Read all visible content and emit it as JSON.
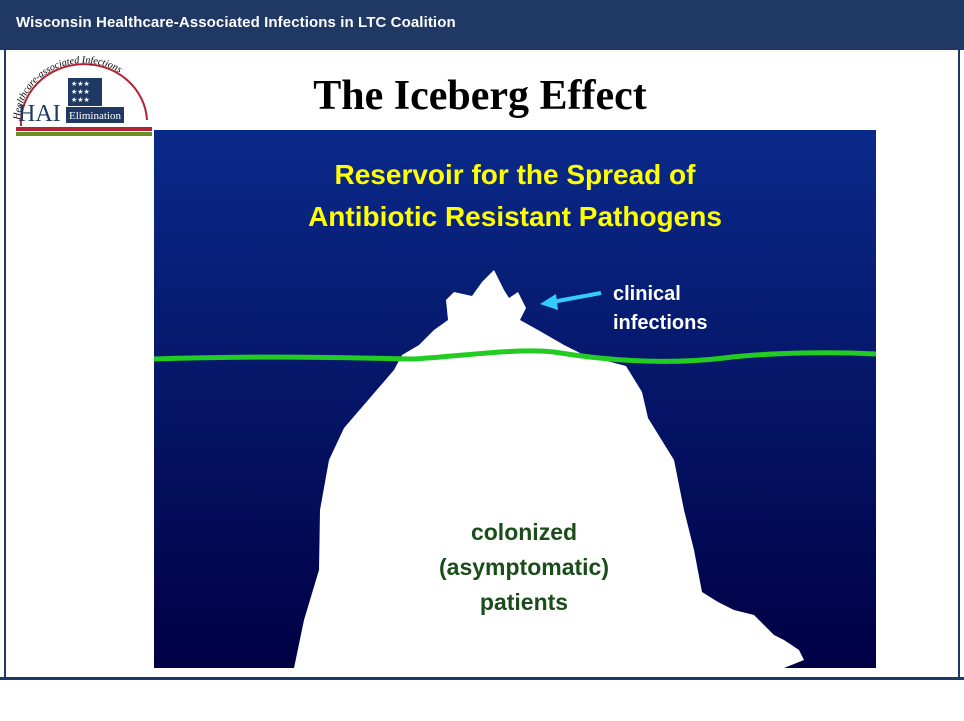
{
  "header": {
    "bar_title": "Wisconsin Healthcare-Associated Infections in LTC Coalition"
  },
  "logo": {
    "arc_text": "Healthcare-associated Infections",
    "main_text": "HAI",
    "sub_text": "Elimination"
  },
  "slide": {
    "title": "The Iceberg Effect"
  },
  "illustration": {
    "heading_line_1": "Reservoir for the Spread of",
    "heading_line_2": "Antibiotic Resistant Pathogens",
    "callout_line_1": "clinical",
    "callout_line_2": "infections",
    "body_line_1": "colonized",
    "body_line_2": "(asymptomatic)",
    "body_line_3": "patients"
  },
  "colors": {
    "header_bar": "#1f3864",
    "background_top": "#0a2a8a",
    "background_bottom": "#000044",
    "heading": "#ffff00",
    "callout_text": "#ffffff",
    "arrow": "#33ccff",
    "waterline": "#22cc22",
    "iceberg": "#ffffff",
    "body_text": "#1a4d1a"
  }
}
